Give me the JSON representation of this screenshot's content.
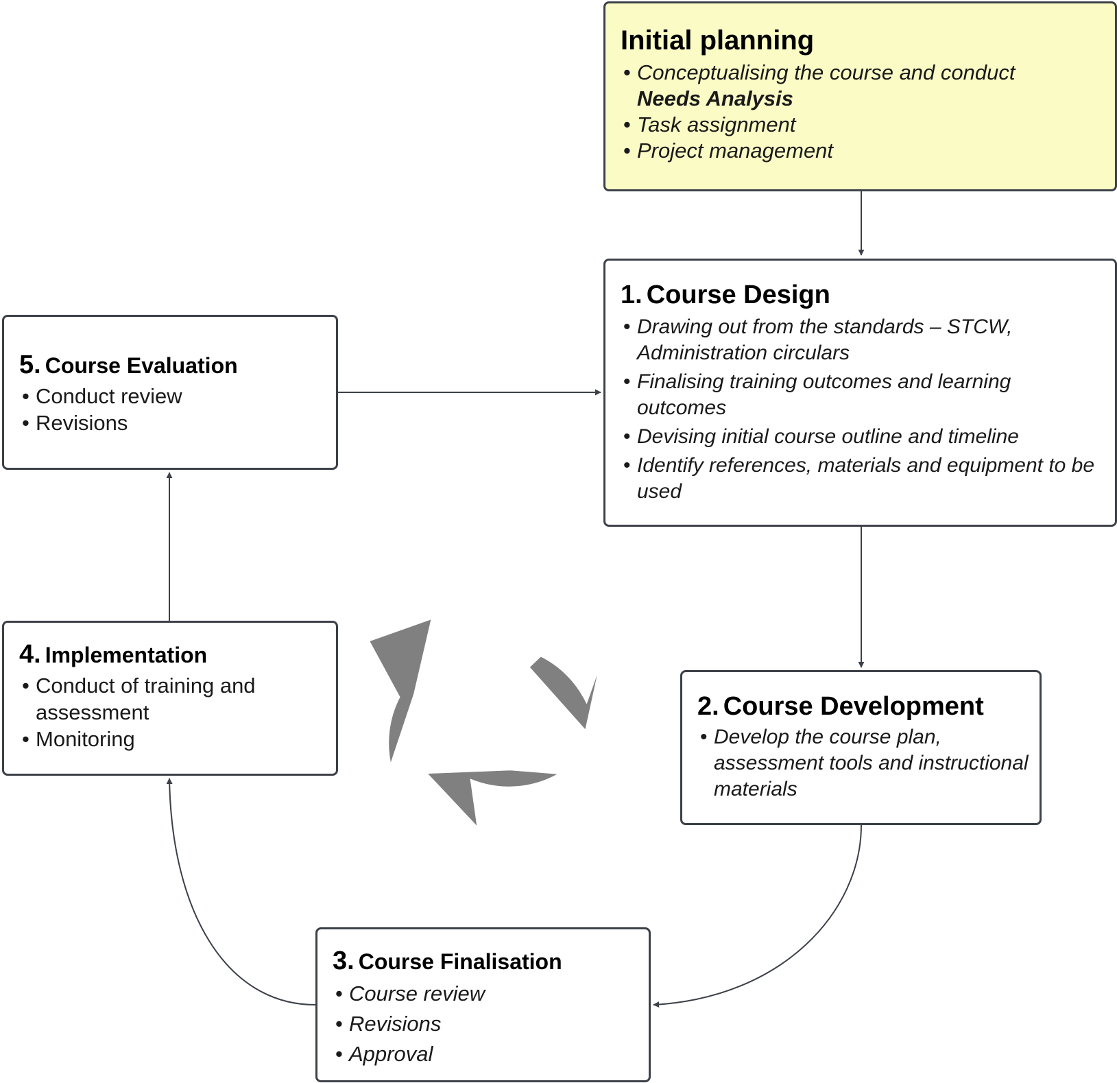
{
  "colors": {
    "border": "#3c4048",
    "highlight_fill": "#fbfbc6",
    "cycle_icon": "#808080"
  },
  "cycle_icon": "circular-arrows-icon",
  "boxes": {
    "initial_planning": {
      "title": "Initial planning",
      "items": [
        {
          "text": "Conceptualising the course and conduct",
          "emphasis": "Needs Analysis"
        },
        {
          "text": "Task assignment"
        },
        {
          "text": "Project management"
        }
      ]
    },
    "course_design": {
      "number": "1.",
      "title": "Course Design",
      "items": [
        "Drawing out from the standards – STCW, Administration circulars",
        "Finalising training outcomes and learning outcomes",
        "Devising initial course outline and timeline",
        "Identify references, materials and equipment to be used"
      ]
    },
    "course_development": {
      "number": "2.",
      "title": "Course Development",
      "items": [
        "Develop the course plan, assessment tools and instructional materials"
      ]
    },
    "course_finalisation": {
      "number": "3.",
      "title": "Course Finalisation",
      "items": [
        "Course review",
        "Revisions",
        "Approval"
      ]
    },
    "implementation": {
      "number": "4.",
      "title": "Implementation",
      "items": [
        "Conduct of training and assessment",
        "Monitoring"
      ]
    },
    "course_evaluation": {
      "number": "5.",
      "title": "Course Evaluation",
      "items": [
        "Conduct review",
        "Revisions"
      ]
    }
  }
}
